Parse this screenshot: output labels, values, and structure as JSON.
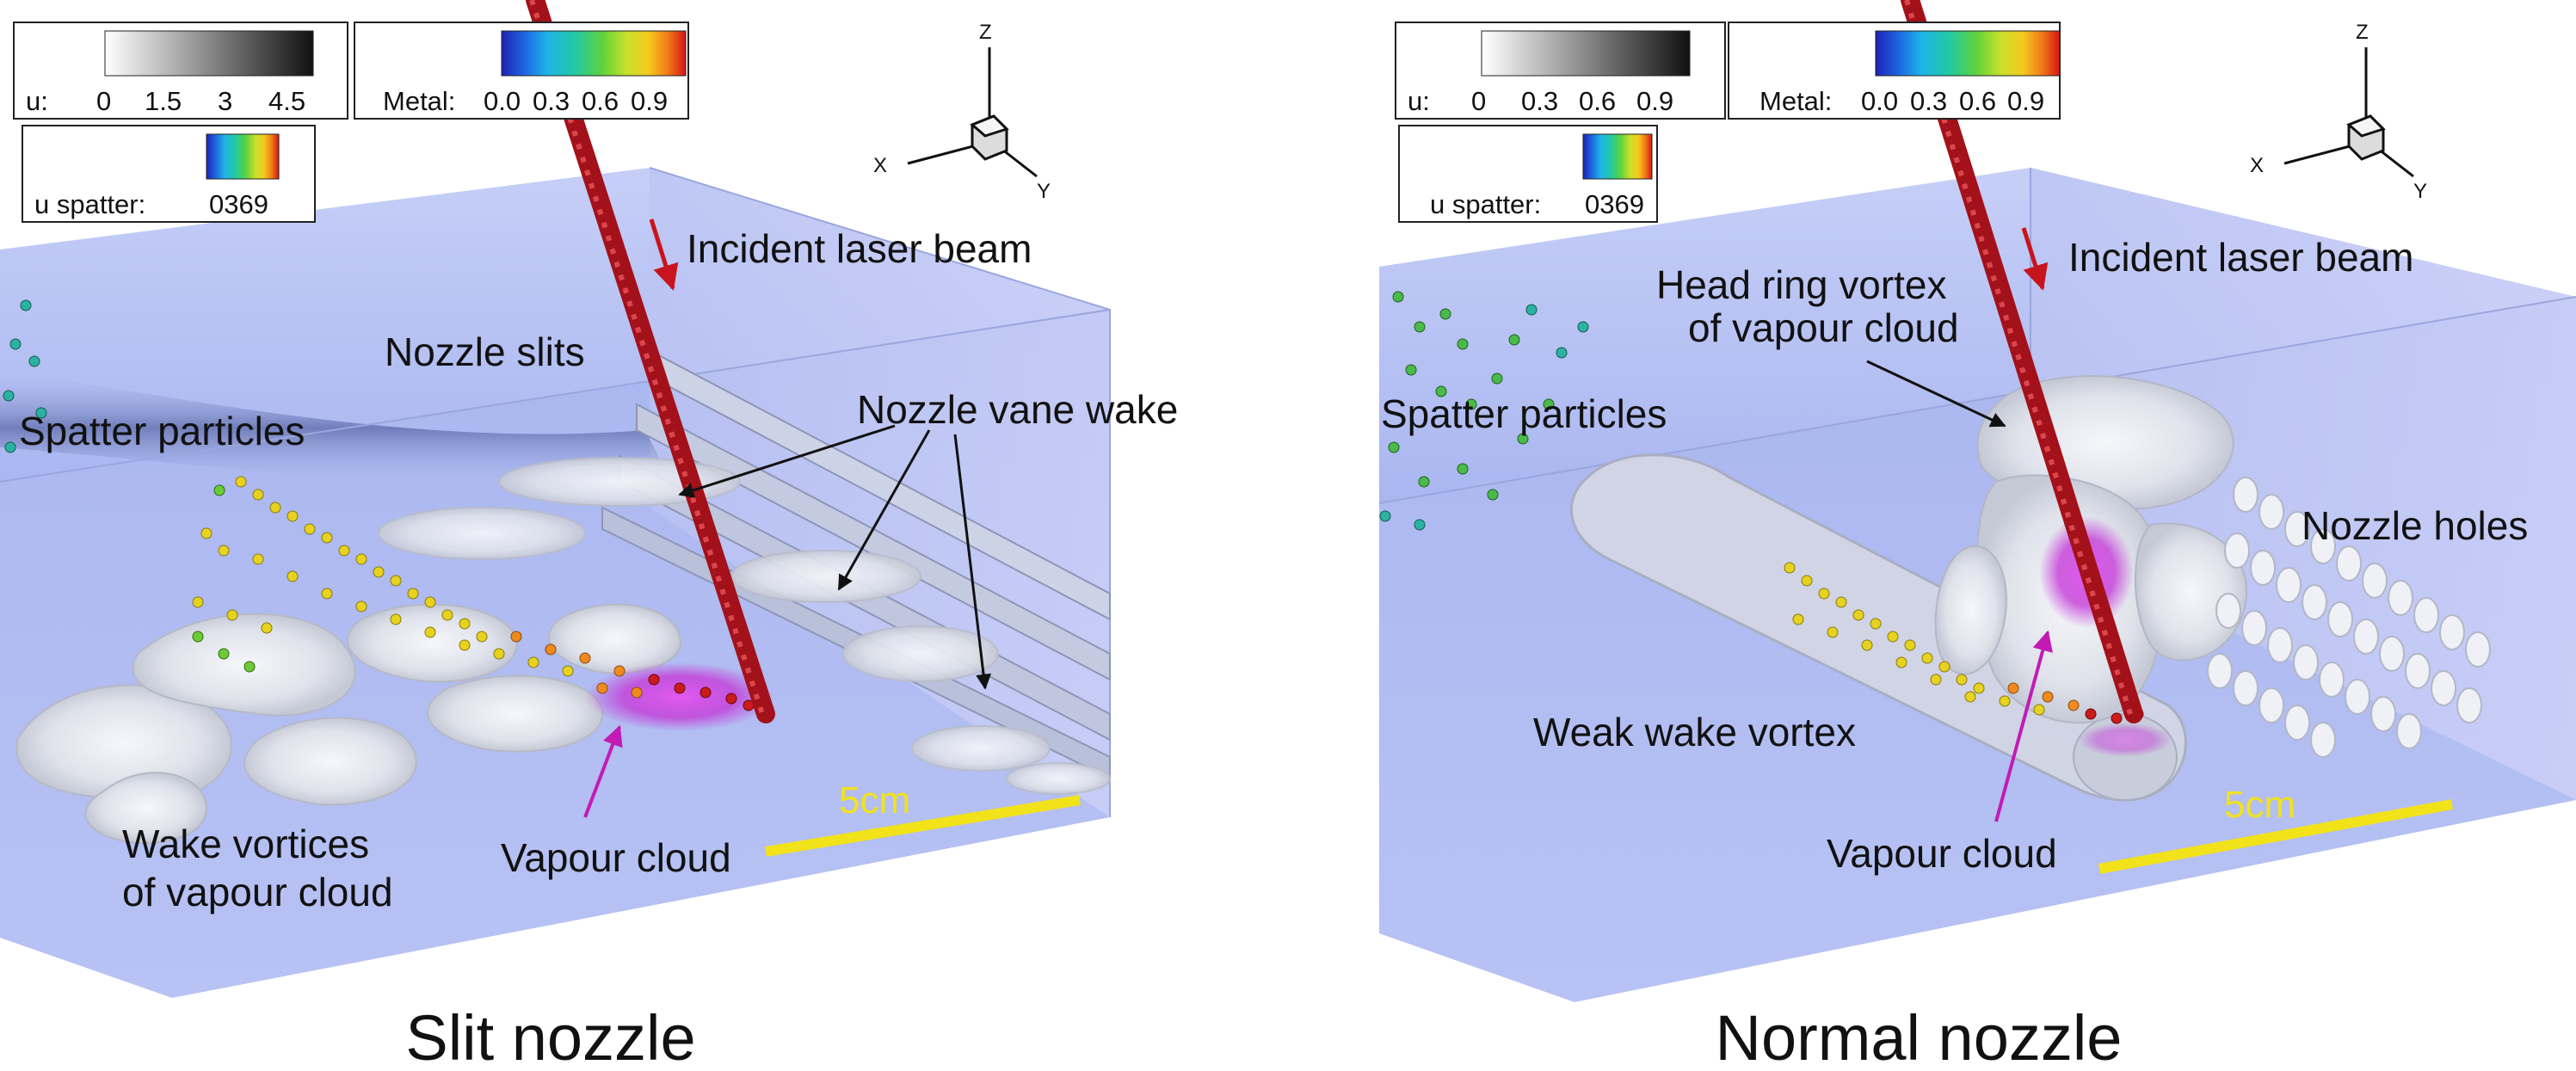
{
  "panels": [
    {
      "id": "slit",
      "title": "Slit nozzle",
      "legends": {
        "u": {
          "label": "u:",
          "ticks": [
            "0",
            "1.5",
            "3",
            "4.5"
          ]
        },
        "metal": {
          "label": "Metal:",
          "ticks": [
            "0.0",
            "0.3",
            "0.6",
            "0.9"
          ]
        },
        "spatter": {
          "label": "u spatter:",
          "ticks": "0369"
        }
      },
      "annotations": {
        "laser": "Incident laser beam",
        "slits": "Nozzle slits",
        "vane_wake": "Nozzle vane wake",
        "spatter": "Spatter particles",
        "wake_1": "Wake vortices",
        "wake_2": "of vapour cloud",
        "vapour": "Vapour cloud"
      },
      "scale_bar": "5cm",
      "axes": {
        "x": "X",
        "y": "Y",
        "z": "Z"
      }
    },
    {
      "id": "normal",
      "title": "Normal nozzle",
      "legends": {
        "u": {
          "label": "u:",
          "ticks": [
            "0",
            "0.3",
            "0.6",
            "0.9"
          ]
        },
        "metal": {
          "label": "Metal:",
          "ticks": [
            "0.0",
            "0.3",
            "0.6",
            "0.9"
          ]
        },
        "spatter": {
          "label": "u spatter:",
          "ticks": "0369"
        }
      },
      "annotations": {
        "laser": "Incident laser beam",
        "head_1": "Head ring vortex",
        "head_2": "of vapour cloud",
        "spatter": "Spatter particles",
        "holes": "Nozzle holes",
        "weak_wake": "Weak wake vortex",
        "vapour": "Vapour cloud"
      },
      "scale_bar": "5cm",
      "axes": {
        "x": "X",
        "y": "Y",
        "z": "Z"
      }
    }
  ],
  "colors": {
    "domain_blue": "#b9c3f3",
    "laser_red": "#b3121a",
    "vapour_magenta": "#c43bd8",
    "scale_yellow": "#f2e21a",
    "arrow_magenta": "#c21bb5",
    "arrow_red": "#c8141c",
    "isosurface": "#dcdfe8"
  }
}
